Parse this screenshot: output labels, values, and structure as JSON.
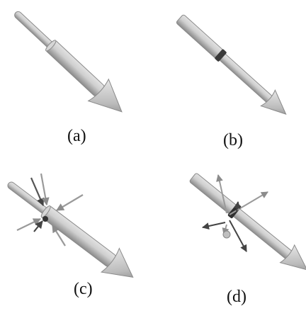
{
  "panels": [
    {
      "label": "(a)",
      "variant": "thick-shaft"
    },
    {
      "label": "(b)",
      "variant": "thin-shaft-ring"
    },
    {
      "label": "(c)",
      "variant": "thick-shaft-converging-vectors"
    },
    {
      "label": "(d)",
      "variant": "thin-shaft-ring-diverging-vectors"
    }
  ],
  "colors": {
    "arrow_fill": "#c7c7c7",
    "arrow_stroke": "#8a8a8a",
    "ring": "#2a2a2a",
    "vector": "#555555",
    "vector_light": "#9a9a9a",
    "label": "#111111"
  }
}
